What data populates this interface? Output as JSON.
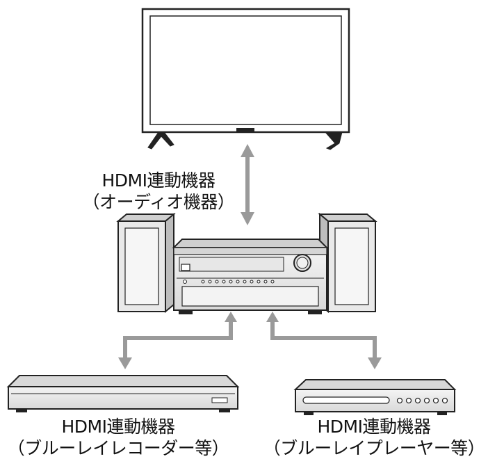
{
  "labels": {
    "audio": {
      "line1": "HDMI連動機器",
      "line2": "（オーディオ機器）"
    },
    "recorder": {
      "line1": "HDMI連動機器",
      "line2": "（ブルーレイレコーダー等）"
    },
    "player": {
      "line1": "HDMI連動機器",
      "line2": "（ブルーレイプレーヤー等）"
    }
  },
  "colors": {
    "arrow": "#9a9a9a",
    "device_fill": "#ececec",
    "outline": "#222222",
    "text": "#111111"
  }
}
